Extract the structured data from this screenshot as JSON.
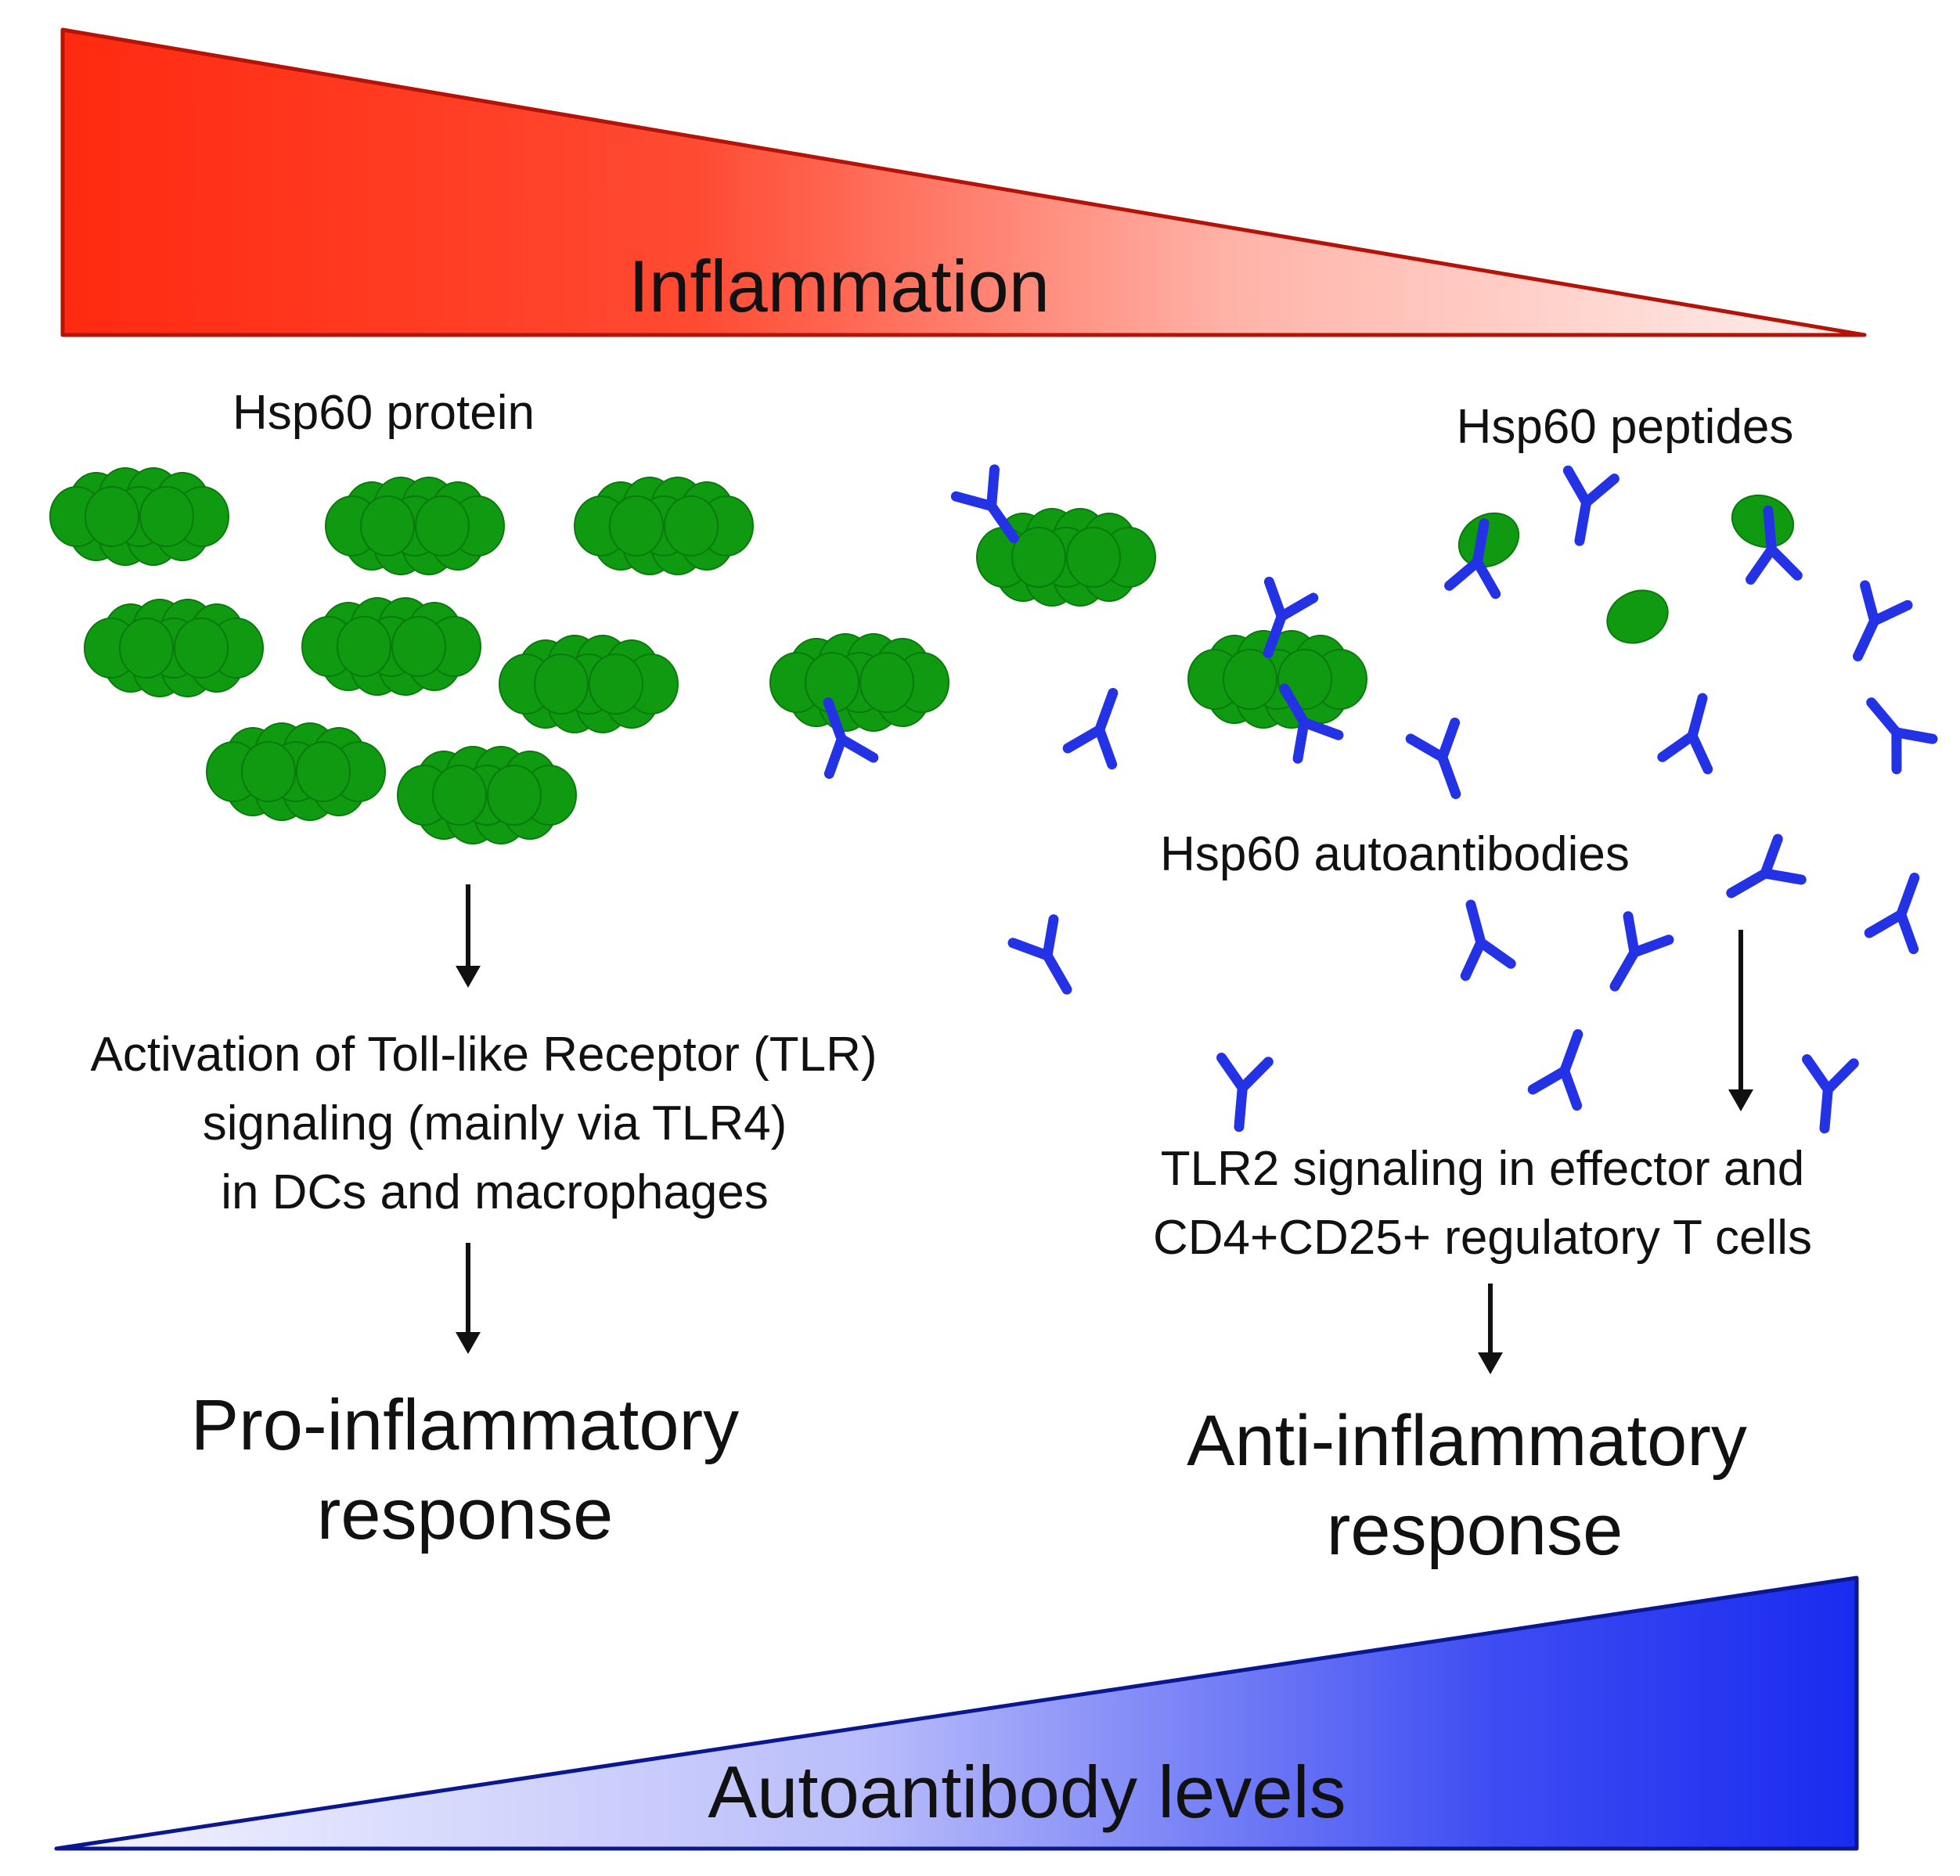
{
  "diagram": {
    "top_wedge": {
      "label": "Inflammation",
      "color_strong": "#ff2a10",
      "color_weak": "#fff0ee"
    },
    "bottom_wedge": {
      "label": "Autoantibody levels",
      "color_strong": "#1a2bf0",
      "color_weak": "#f4f4ff"
    },
    "labels": {
      "hsp60_protein": "Hsp60 protein",
      "hsp60_peptides": "Hsp60 peptides",
      "hsp60_autoantibodies": "Hsp60 autoantibodies"
    },
    "left_pathway": {
      "mechanism_lines": [
        "Activation of Toll-like Receptor (TLR)",
        "signaling (mainly via TLR4)",
        "in DCs and macrophages"
      ],
      "outcome_lines": [
        "Pro-inflammatory",
        "response"
      ]
    },
    "right_pathway": {
      "mechanism_lines": [
        "TLR2 signaling in effector and",
        "CD4+CD25+ regulatory T cells"
      ],
      "outcome_lines": [
        "Anti-inflammatory",
        "response"
      ]
    },
    "colors": {
      "protein": "#0f9a12",
      "protein_dark": "#0a7a0c",
      "antibody": "#2432e6"
    },
    "icons": [
      "hsp60-protein-icon",
      "hsp60-peptide-icon",
      "antibody-icon",
      "arrow-down-icon"
    ]
  }
}
